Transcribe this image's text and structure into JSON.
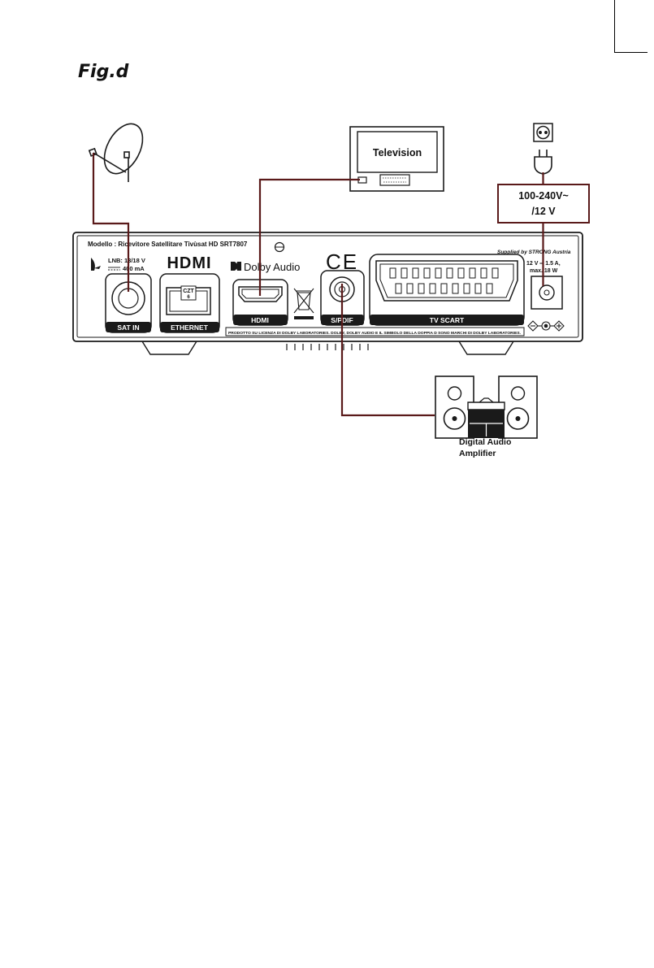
{
  "figure": {
    "title": "Fig.d"
  },
  "colors": {
    "cable": "#5a1a1a",
    "device": "#1a1a1a",
    "panel_bg": "#ffffff"
  },
  "television": {
    "label": "Television"
  },
  "power": {
    "label_line1": "100-240V~",
    "label_line2": "/12 V"
  },
  "amplifier": {
    "label_line1": "Digital Audio",
    "label_line2": "Amplifier"
  },
  "receiver": {
    "model_text": "Modello : Ricevitore Satellitare Tivùsat HD SRT7807",
    "supplied_text": "Supplied by STRONG Austria",
    "lnb_line1": "LNB: 13/18 V",
    "lnb_line2": "400 mA",
    "hdmi_logo": "HDMI",
    "dolby_text": "Dolby Audio",
    "ce_mark": "CE",
    "eth_badge_line1": "CZT",
    "eth_badge_line2": "6",
    "power_spec_line1": "12 V ═ 1.5 A,",
    "power_spec_line2": "max. 18 W",
    "license_text": "PRODOTTO SU LICENZA DI DOLBY LABORATORIES. DOLBY, DOLBY AUDIO E IL SIMBOLO DELLA DOPPIA D SONO MARCHI DI DOLBY LABORATORIES.",
    "ports": {
      "sat_in": "SAT IN",
      "ethernet": "ETHERNET",
      "hdmi": "HDMI",
      "spdif": "S/PDIF",
      "tv_scart": "TV SCART"
    }
  }
}
